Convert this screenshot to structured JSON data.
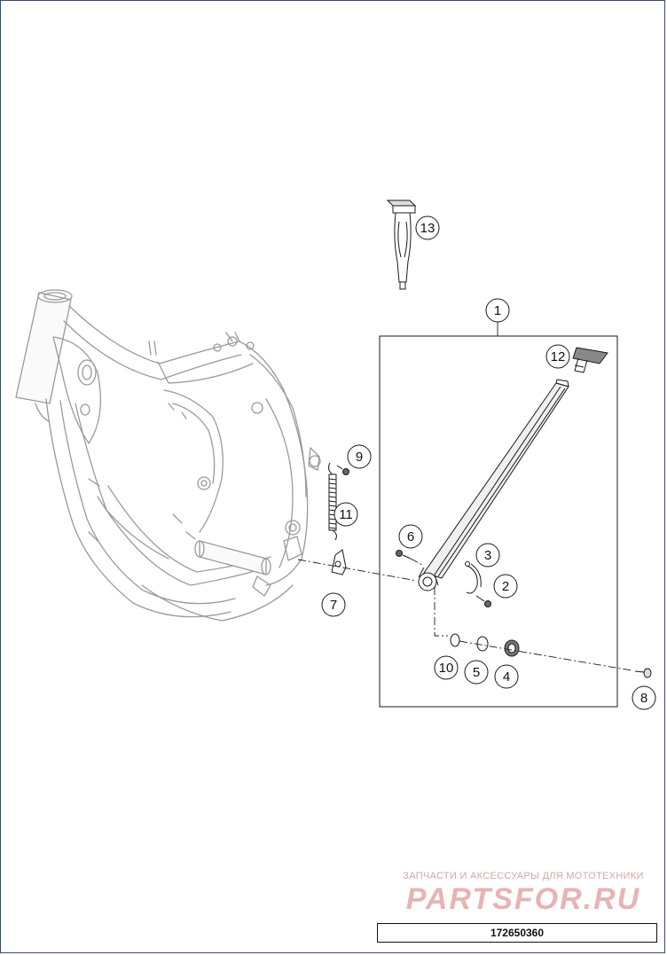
{
  "callouts": [
    {
      "id": "c1",
      "label": "1"
    },
    {
      "id": "c2",
      "label": "2"
    },
    {
      "id": "c3",
      "label": "3"
    },
    {
      "id": "c4",
      "label": "4"
    },
    {
      "id": "c5",
      "label": "5"
    },
    {
      "id": "c6",
      "label": "6"
    },
    {
      "id": "c7",
      "label": "7"
    },
    {
      "id": "c8",
      "label": "8"
    },
    {
      "id": "c9",
      "label": "9"
    },
    {
      "id": "c10",
      "label": "10"
    },
    {
      "id": "c11",
      "label": "11"
    },
    {
      "id": "c12",
      "label": "12"
    },
    {
      "id": "c13",
      "label": "13"
    }
  ],
  "watermark": {
    "line": "ЗАПЧАСТИ И АКСЕССУАРЫ ДЛЯ МОТОТЕХНИКИ",
    "logo": "PARTSFOR.RU"
  },
  "footer": {
    "part_number": "172650360"
  },
  "colors": {
    "line": "#1a1a1a",
    "frame_line": "#9a9a9a",
    "frame_border": "#3a4a6a",
    "watermark": "#e8b3b3"
  }
}
